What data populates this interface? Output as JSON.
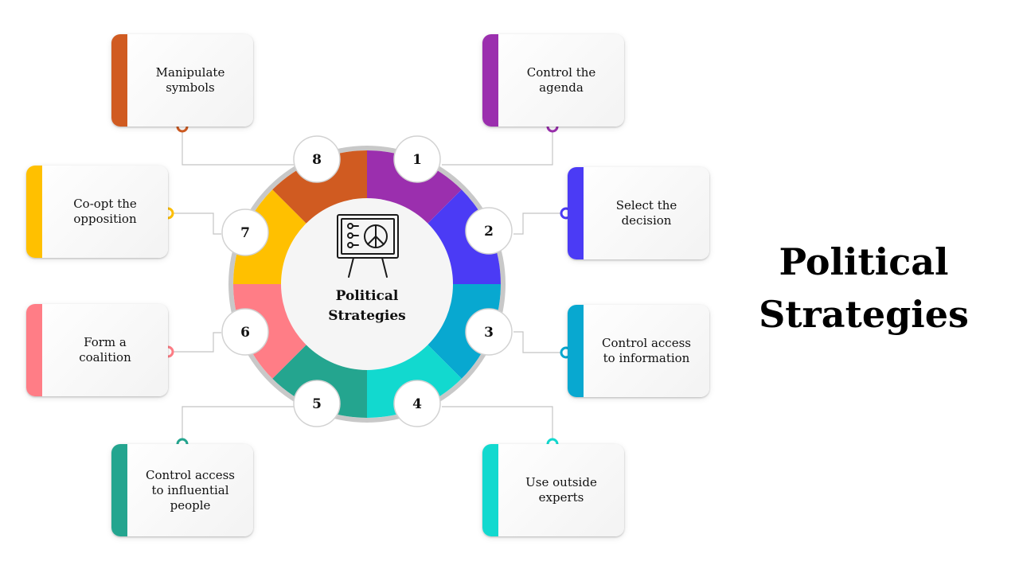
{
  "slide": {
    "title_line1": "Political",
    "title_line2": "Strategies"
  },
  "center": {
    "line1": "Political",
    "line2": "Strategies",
    "icon": "presentation-board-peace-icon"
  },
  "ring_colors": {
    "outer_rim": "#c8c8c8",
    "center_disk": "#f5f5f5"
  },
  "steps": [
    {
      "number": "1",
      "label": "Control the agenda",
      "line1": "Control the",
      "line2": "agenda",
      "line3": "",
      "color": "#9b2fae"
    },
    {
      "number": "2",
      "label": "Select the decision",
      "line1": "Select the",
      "line2": "decision",
      "line3": "",
      "color": "#4b3bf5"
    },
    {
      "number": "3",
      "label": "Control access to information",
      "line1": "Control access",
      "line2": "to information",
      "line3": "",
      "color": "#08a8d0"
    },
    {
      "number": "4",
      "label": "Use outside experts",
      "line1": "Use outside",
      "line2": "experts",
      "line3": "",
      "color": "#12d9cf"
    },
    {
      "number": "5",
      "label": "Control access to influential people",
      "line1": "Control access",
      "line2": "to influential",
      "line3": "people",
      "color": "#24a58f"
    },
    {
      "number": "6",
      "label": "Form a coalition",
      "line1": "Form a",
      "line2": "coalition",
      "line3": "",
      "color": "#ff7d86"
    },
    {
      "number": "7",
      "label": "Co-opt the opposition",
      "line1": "Co-opt the",
      "line2": "opposition",
      "line3": "",
      "color": "#ffc000"
    },
    {
      "number": "8",
      "label": "Manipulate symbols",
      "line1": "Manipulate",
      "line2": "symbols",
      "line3": "",
      "color": "#d05b21"
    }
  ]
}
